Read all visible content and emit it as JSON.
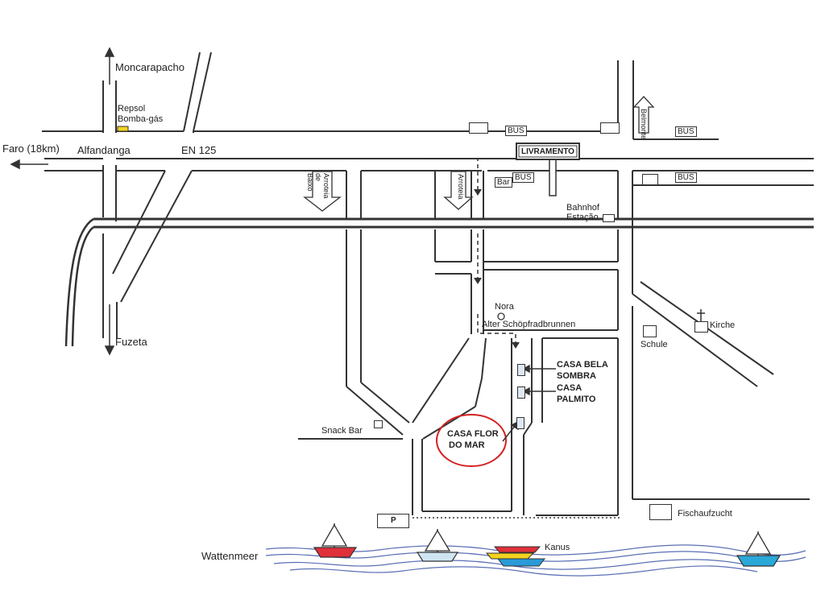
{
  "places": {
    "moncarapacho": "Moncarapacho",
    "repsol": "Repsol",
    "bomba": "Bomba-gás",
    "faro": "Faro (18km)",
    "alfandanga": "Alfandanga",
    "en125": "EN 125",
    "fuzeta": "Fuzeta",
    "arroteia_baixo": "Arroteia de Baixo",
    "arroteia": "Arroteia",
    "livramento": "LIVRAMENTO",
    "bar": "Bar",
    "bus": "BUS",
    "belmonte": "Belmonte",
    "bahnhof": "Bahnhof",
    "estacao": "Estação",
    "nora": "Nora",
    "alter": "Alter Schöpfradbrunnen",
    "schule": "Schule",
    "kirche": "Kirche",
    "snack_bar": "Snack Bar",
    "casa_bela_1": "CASA BELA",
    "casa_bela_2": "SOMBRA",
    "casa_palmito_1": "CASA",
    "casa_palmito_2": "PALMITO",
    "casa_flor_1": "CASA FLOR",
    "casa_flor_2": "DO MAR",
    "parking": "P",
    "fischaufzucht": "Fischaufzucht",
    "kanus": "Kanus",
    "wattenmeer": "Wattenmeer"
  },
  "colors": {
    "road": "#333333",
    "highlight_circle": "#d42020",
    "repsol_marker": "#f2d21e",
    "sea_line": "#5a6fb5"
  }
}
